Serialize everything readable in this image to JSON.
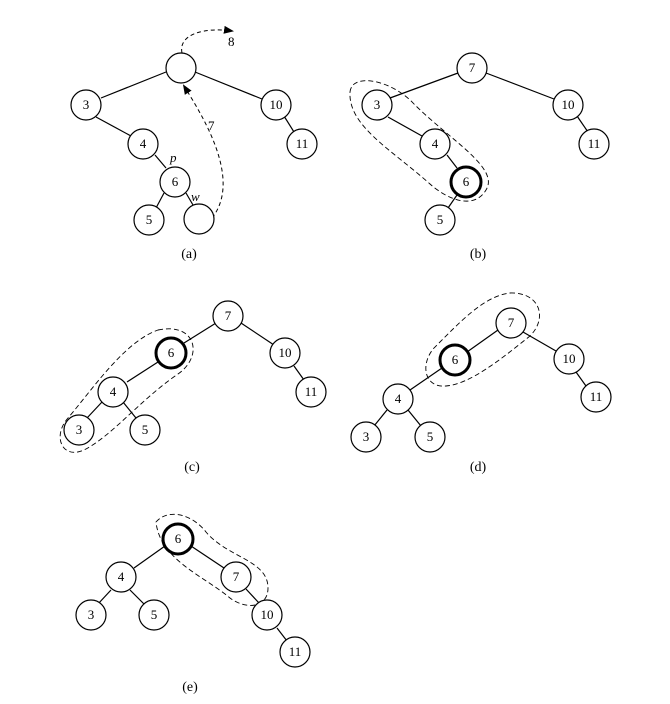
{
  "panels": [
    {
      "id": "a",
      "caption": "(a)",
      "nodes": [
        {
          "id": "root",
          "label": ""
        },
        {
          "id": "n3",
          "label": "3"
        },
        {
          "id": "n10",
          "label": "10"
        },
        {
          "id": "n4",
          "label": "4"
        },
        {
          "id": "n11",
          "label": "11"
        },
        {
          "id": "n6",
          "label": "6"
        },
        {
          "id": "n5",
          "label": "5"
        },
        {
          "id": "w",
          "label": ""
        }
      ],
      "edge_labels": [
        {
          "id": "p",
          "text": "p"
        },
        {
          "id": "w",
          "text": "w"
        }
      ],
      "arrows": [
        {
          "id": "arrow-7",
          "label": "7"
        },
        {
          "id": "arrow-8",
          "label": "8"
        }
      ]
    },
    {
      "id": "b",
      "caption": "(b)",
      "nodes": [
        {
          "id": "n7",
          "label": "7"
        },
        {
          "id": "n3",
          "label": "3"
        },
        {
          "id": "n10",
          "label": "10"
        },
        {
          "id": "n4",
          "label": "4"
        },
        {
          "id": "n11",
          "label": "11"
        },
        {
          "id": "n6",
          "label": "6",
          "bold": true
        },
        {
          "id": "n5",
          "label": "5"
        }
      ]
    },
    {
      "id": "c",
      "caption": "(c)",
      "nodes": [
        {
          "id": "n7",
          "label": "7"
        },
        {
          "id": "n6",
          "label": "6",
          "bold": true
        },
        {
          "id": "n10",
          "label": "10"
        },
        {
          "id": "n4",
          "label": "4"
        },
        {
          "id": "n11",
          "label": "11"
        },
        {
          "id": "n3",
          "label": "3"
        },
        {
          "id": "n5",
          "label": "5"
        }
      ]
    },
    {
      "id": "d",
      "caption": "(d)",
      "nodes": [
        {
          "id": "n7",
          "label": "7"
        },
        {
          "id": "n6",
          "label": "6",
          "bold": true
        },
        {
          "id": "n10",
          "label": "10"
        },
        {
          "id": "n4",
          "label": "4"
        },
        {
          "id": "n11",
          "label": "11"
        },
        {
          "id": "n3",
          "label": "3"
        },
        {
          "id": "n5",
          "label": "5"
        }
      ]
    },
    {
      "id": "e",
      "caption": "(e)",
      "nodes": [
        {
          "id": "n6",
          "label": "6",
          "bold": true
        },
        {
          "id": "n4",
          "label": "4"
        },
        {
          "id": "n7",
          "label": "7"
        },
        {
          "id": "n3",
          "label": "3"
        },
        {
          "id": "n5",
          "label": "5"
        },
        {
          "id": "n10",
          "label": "10"
        },
        {
          "id": "n11",
          "label": "11"
        }
      ]
    }
  ]
}
